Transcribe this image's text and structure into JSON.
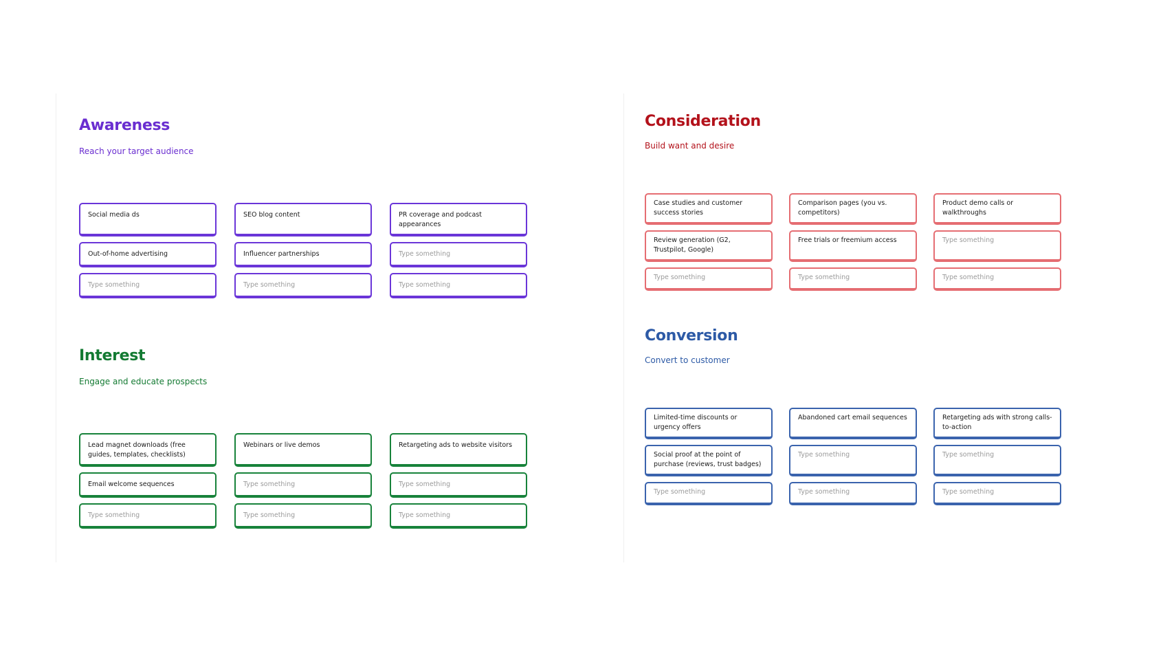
{
  "sections": {
    "awareness": {
      "title": "Awareness",
      "subtitle": "Reach your target audience",
      "cards": [
        {
          "text": "Social media ds",
          "placeholder": false
        },
        {
          "text": "SEO blog content",
          "placeholder": false
        },
        {
          "text": "PR coverage and podcast appearances",
          "placeholder": false
        },
        {
          "text": "Out-of-home advertising",
          "placeholder": false
        },
        {
          "text": "Influencer partnerships",
          "placeholder": false
        },
        {
          "text": "Type something",
          "placeholder": true
        },
        {
          "text": "Type something",
          "placeholder": true
        },
        {
          "text": "Type something",
          "placeholder": true
        },
        {
          "text": "Type something",
          "placeholder": true
        }
      ]
    },
    "interest": {
      "title": "Interest",
      "subtitle": "Engage and educate prospects",
      "cards": [
        {
          "text": "Lead magnet downloads (free guides, templates, checklists)",
          "placeholder": false
        },
        {
          "text": "Webinars or live demos",
          "placeholder": false
        },
        {
          "text": "Retargeting ads to website visitors",
          "placeholder": false
        },
        {
          "text": "Email welcome sequences",
          "placeholder": false
        },
        {
          "text": "Type something",
          "placeholder": true
        },
        {
          "text": "Type something",
          "placeholder": true
        },
        {
          "text": "Type something",
          "placeholder": true
        },
        {
          "text": "Type something",
          "placeholder": true
        },
        {
          "text": "Type something",
          "placeholder": true
        }
      ]
    },
    "consideration": {
      "title": "Consideration",
      "subtitle": "Build want and desire",
      "cards": [
        {
          "text": "Case studies and customer success stories",
          "placeholder": false
        },
        {
          "text": "Comparison pages (you vs. competitors)",
          "placeholder": false
        },
        {
          "text": "Product demo calls or walkthroughs",
          "placeholder": false
        },
        {
          "text": "Review generation (G2, Trustpilot, Google)",
          "placeholder": false
        },
        {
          "text": "Free trials or freemium access",
          "placeholder": false
        },
        {
          "text": "Type something",
          "placeholder": true
        },
        {
          "text": "Type something",
          "placeholder": true
        },
        {
          "text": "Type something",
          "placeholder": true
        },
        {
          "text": "Type something",
          "placeholder": true
        }
      ]
    },
    "conversion": {
      "title": "Conversion",
      "subtitle": "Convert to customer",
      "cards": [
        {
          "text": "Limited-time discounts or urgency offers",
          "placeholder": false
        },
        {
          "text": "Abandoned cart email sequences",
          "placeholder": false
        },
        {
          "text": "Retargeting ads with strong calls-to-action",
          "placeholder": false
        },
        {
          "text": "Social proof at the point of purchase (reviews, trust badges)",
          "placeholder": false
        },
        {
          "text": "Type something",
          "placeholder": true
        },
        {
          "text": "Type something",
          "placeholder": true
        },
        {
          "text": "Type something",
          "placeholder": true
        },
        {
          "text": "Type something",
          "placeholder": true
        },
        {
          "text": "Type something",
          "placeholder": true
        }
      ]
    }
  },
  "colors": {
    "awareness": "#6a35d8",
    "interest": "#17823a",
    "consideration": "#e56d72",
    "conversion": "#3a63ad"
  }
}
